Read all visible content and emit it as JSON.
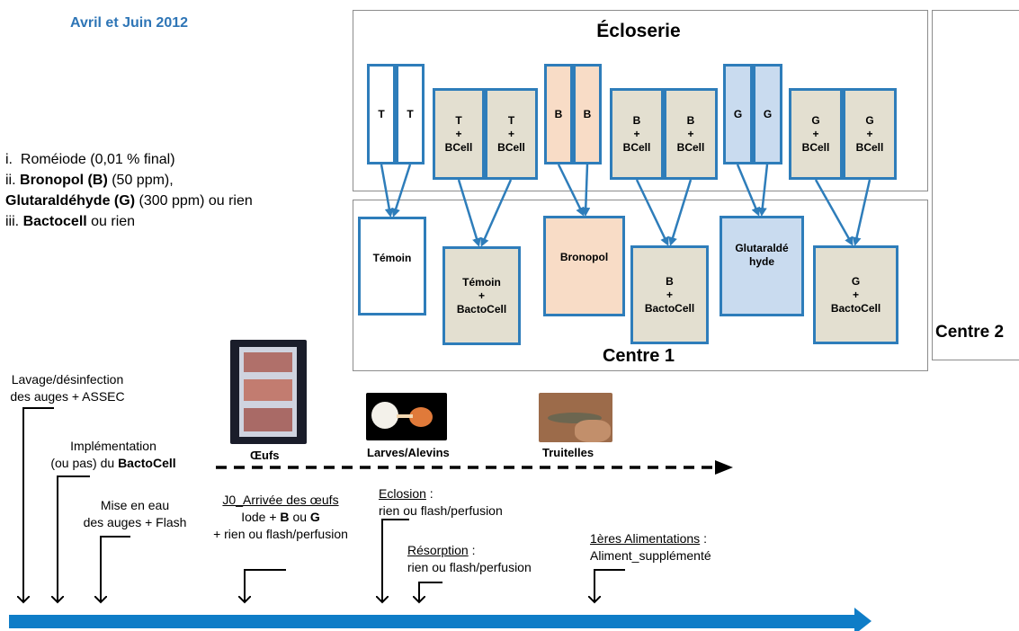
{
  "header": {
    "period": "Avril et Juin 2012"
  },
  "steps": {
    "line1_prefix": "i.",
    "line1_text": "Roméiode (0,01 % final)",
    "line2_prefix": "ii.",
    "line2_bold": "Bronopol (B)",
    "line2_text": "(50 ppm),",
    "line3_bold": "Glutaraldéhyde (G)",
    "line3_text": "(300 ppm) ou rien",
    "line4_prefix": "iii.",
    "line4_bold": "Bactocell",
    "line4_text": "ou rien"
  },
  "ecloserie": {
    "title": "Écloserie",
    "boxes": [
      "T",
      "T",
      "T\n+\nBCell",
      "T\n+\nBCell",
      "B",
      "B",
      "B\n+\nBCell",
      "B\n+\nBCell",
      "G",
      "G",
      "G\n+\nBCell",
      "G\n+\nBCell"
    ]
  },
  "centre1": {
    "title": "Centre 1",
    "boxes": [
      "Témoin",
      "Témoin\n+\nBactoCell",
      "Bronopol",
      "B\n+\nBactoCell",
      "Glutaraldé\nhyde",
      "G\n+\nBactoCell"
    ]
  },
  "centre2": {
    "title": "Centre 2"
  },
  "stages": {
    "oeufs": "Œufs",
    "larves": "Larves/Alevins",
    "truitelles": "Truitelles"
  },
  "timeline": {
    "lavage_1": "Lavage/désinfection",
    "lavage_2": "des auges + ASSEC",
    "impl_1": "Implémentation",
    "impl_2a": "(ou pas) du",
    "impl_2b": "BactoCell",
    "mise_1": "Mise en eau",
    "mise_2": "des auges + Flash",
    "j0_title": "J0_Arrivée des œufs",
    "j0_line2a": "Iode +",
    "j0_b": "B",
    "j0_ou": "ou",
    "j0_g": "G",
    "j0_line3": "+ rien ou flash/perfusion",
    "eclosion_title": "Eclosion",
    "eclosion_colon": " :",
    "eclosion_text": "rien ou flash/perfusion",
    "resorption_title": "Résorption",
    "resorption_colon": " :",
    "resorption_text": "rien ou flash/perfusion",
    "alim_title": "1ères Alimentations",
    "alim_colon": " :",
    "alim_text": "Aliment_supplémenté"
  },
  "colors": {
    "accent_blue": "#2e7dba",
    "timeline_blue": "#0f7dc7",
    "temoin_bg": "#ffffff",
    "bactocell_bg": "#e3dfd0",
    "bronopol_bg": "#f8dcc6",
    "glutaraldehyde_bg": "#c9dbef"
  }
}
